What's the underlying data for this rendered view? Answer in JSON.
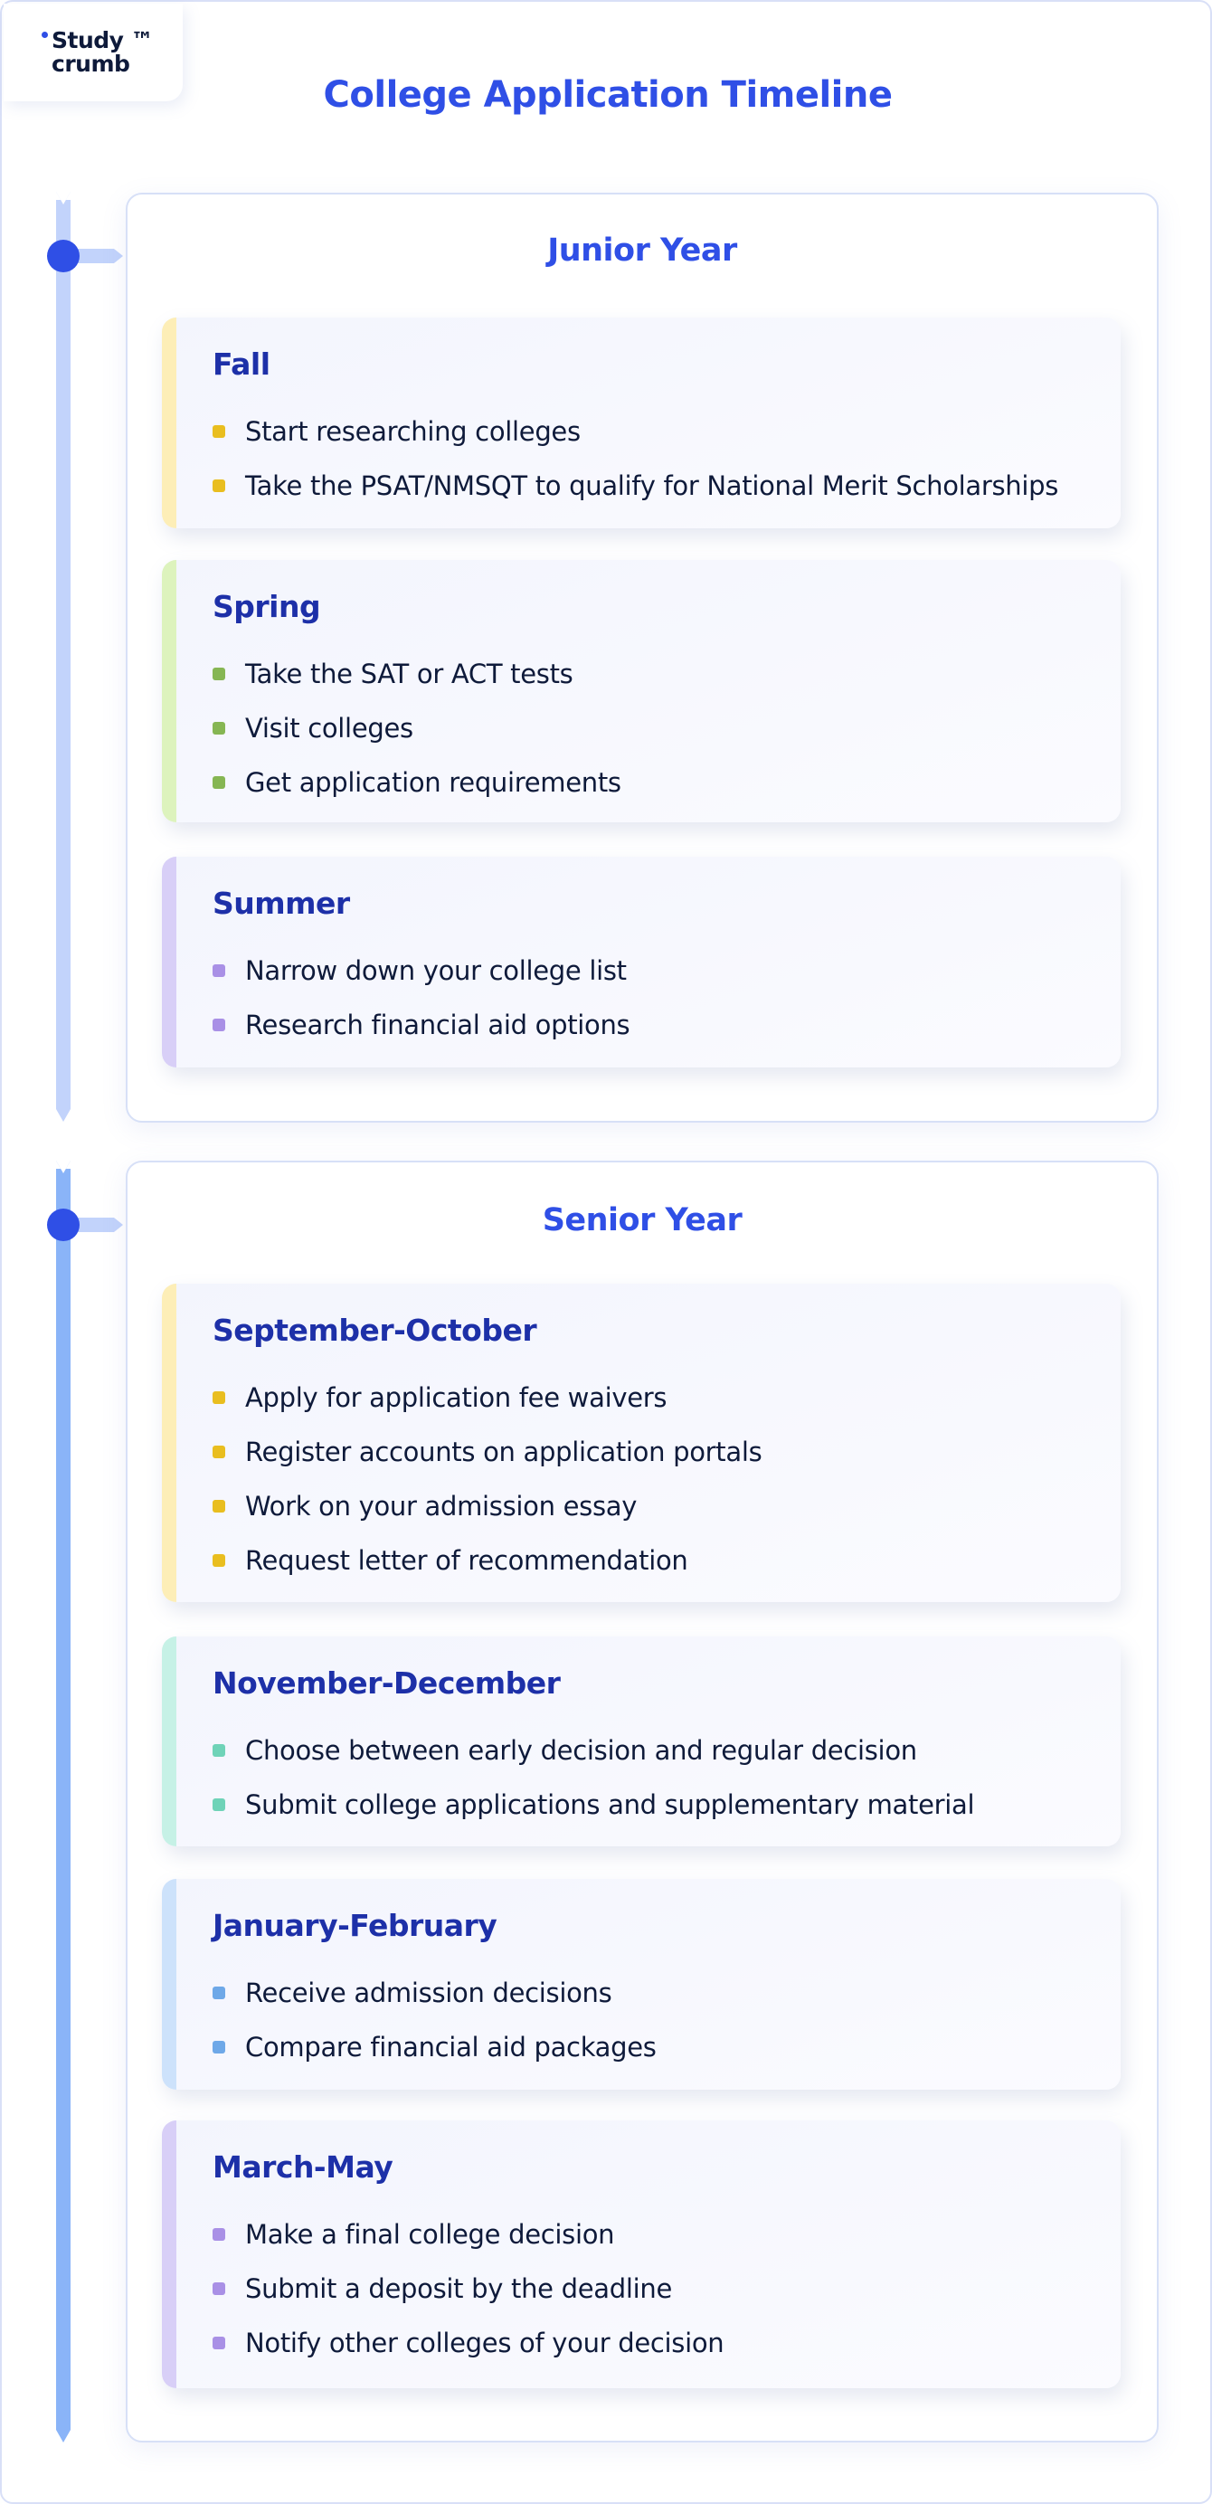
{
  "logo": {
    "line1": "Study ™",
    "line2": "crumb"
  },
  "page": {
    "title": "College Application Timeline"
  },
  "colors": {
    "title": "#2f4fe6",
    "junior_line": "#c2d3fb",
    "senior_line": "#8ab4f8",
    "dot": "#2f4fe6"
  },
  "years": [
    {
      "title": "Junior Year",
      "periods": [
        {
          "title": "Fall",
          "accent": "#fdeeb7",
          "bullet_color": "#e9be1f",
          "items": [
            "Start researching colleges",
            "Take the PSAT/NMSQT to qualify for National Merit Scholarships"
          ]
        },
        {
          "title": "Spring",
          "accent": "#ddf3bd",
          "bullet_color": "#86b653",
          "items": [
            "Take the SAT or ACT tests",
            "Visit colleges",
            "Get application requirements"
          ]
        },
        {
          "title": "Summer",
          "accent": "#d8cff7",
          "bullet_color": "#a990e6",
          "items": [
            "Narrow down your college list",
            "Research financial aid options"
          ]
        }
      ]
    },
    {
      "title": "Senior Year",
      "periods": [
        {
          "title": "September-October",
          "accent": "#fdeeb7",
          "bullet_color": "#e9be1f",
          "items": [
            "Apply for application fee waivers",
            "Register accounts on application portals",
            "Work on your admission essay",
            "Request letter of recommendation"
          ]
        },
        {
          "title": "November-December",
          "accent": "#c6f1e6",
          "bullet_color": "#6fd3b8",
          "items": [
            "Choose between early decision and regular decision",
            "Submit college applications and supplementary material"
          ]
        },
        {
          "title": "January-February",
          "accent": "#cde2fb",
          "bullet_color": "#6ea8e8",
          "items": [
            "Receive admission decisions",
            "Compare financial aid packages"
          ]
        },
        {
          "title": "March-May",
          "accent": "#d8cff7",
          "bullet_color": "#a990e6",
          "items": [
            "Make a final college decision",
            "Submit a deposit by the deadline",
            "Notify other colleges of your decision"
          ]
        }
      ]
    }
  ]
}
